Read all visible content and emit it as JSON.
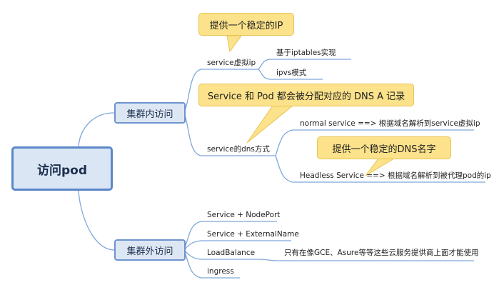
{
  "root": {
    "label": "访问pod"
  },
  "branches": {
    "internal": {
      "label": "集群内访问",
      "service_vip": {
        "label": "service虚拟ip",
        "children": [
          "基于iptables实现",
          "ipvs模式"
        ]
      },
      "service_dns": {
        "label": "service的dns方式",
        "children": [
          "normal service ==> 根据域名解析到service虚拟ip",
          "Headless Service ==> 根据域名解析到被代理pod的ip"
        ]
      }
    },
    "external": {
      "label": "集群外访问",
      "children": [
        "Service + NodePort",
        "Service + ExternalName",
        "LoadBalance",
        "ingress"
      ],
      "loadbalance_note": "只有在像GCE、Asure等等这些云服务提供商上面才能使用"
    }
  },
  "callouts": {
    "stable_ip": "提供一个稳定的IP",
    "dns_record": "Service 和 Pod 都会被分配对应的 DNS A 记录",
    "stable_dns": "提供一个稳定的DNS名字"
  },
  "colors": {
    "line": "#7fa7d9",
    "node_fill": "#dde7f4",
    "node_border": "#6e94cf",
    "callout_fill": "#fce28a"
  }
}
